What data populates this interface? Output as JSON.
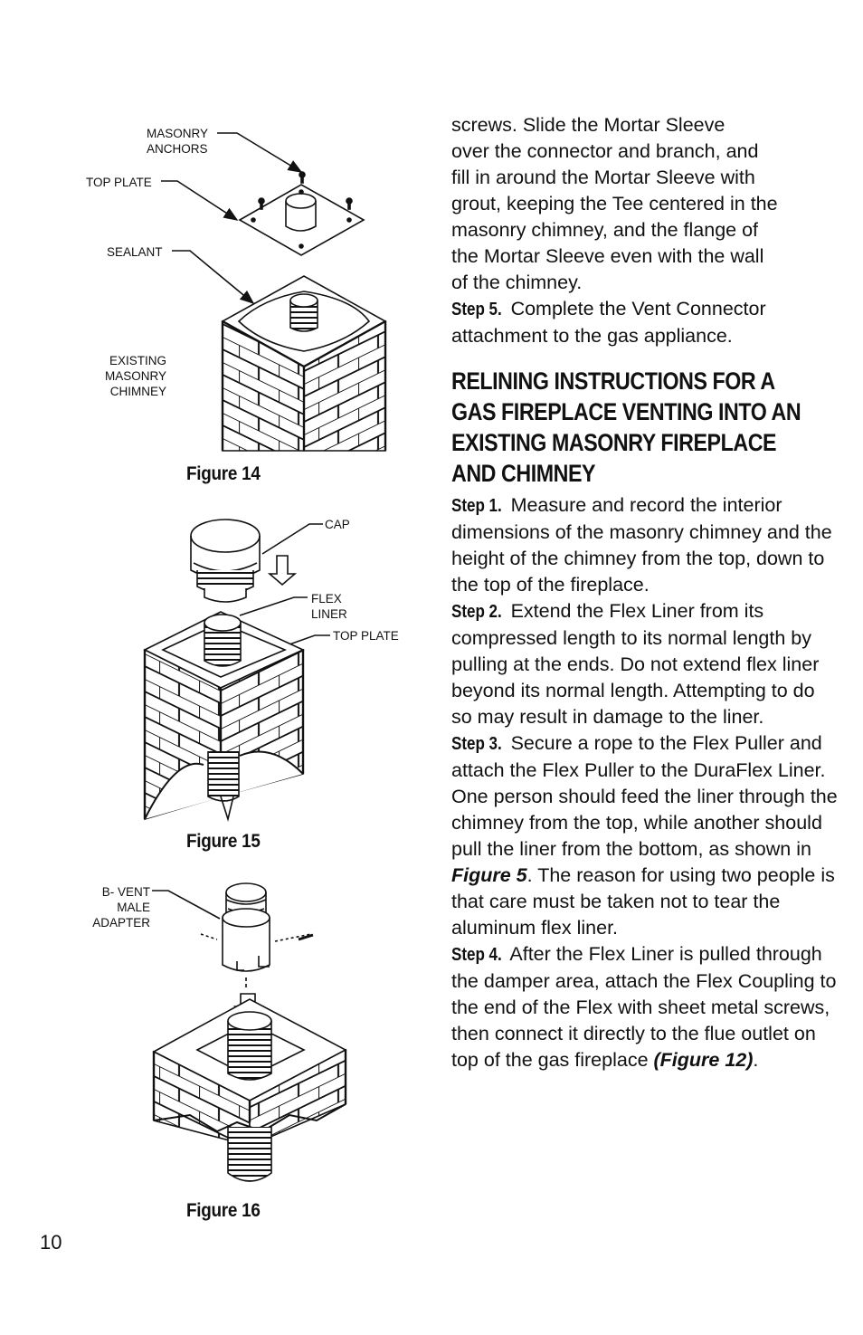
{
  "figures": {
    "fig14": {
      "caption": "Figure 14",
      "labels": {
        "masonry_anchors": [
          "MASONRY",
          "ANCHORS"
        ],
        "top_plate": "TOP PLATE",
        "sealant": "SEALANT",
        "existing_chimney": [
          "EXISTING",
          "MASONRY",
          "CHIMNEY"
        ]
      }
    },
    "fig15": {
      "caption": "Figure 15",
      "labels": {
        "cap": "CAP",
        "flex_liner": [
          "FLEX",
          "LINER"
        ],
        "top_plate": "TOP PLATE"
      }
    },
    "fig16": {
      "caption": "Figure 16",
      "labels": {
        "bvent_adapter": [
          "B- VENT",
          "MALE",
          "ADAPTER"
        ]
      }
    }
  },
  "text": {
    "intro": [
      "screws.  Slide the Mortar Sleeve",
      "over the connector and branch, and",
      "fill in around the Mortar Sleeve with",
      "grout, keeping the Tee centered in the",
      "masonry chimney, and the flange of",
      "the Mortar Sleeve even with the wall",
      "of the chimney."
    ],
    "step5_label": "Step 5.",
    "step5_text": "Complete the Vent Connector attachment to the gas appliance.",
    "heading": "RELINING INSTRUCTIONS FOR A GAS FIREPLACE VENTING INTO AN EXISTING MASONRY FIREPLACE AND CHIMNEY",
    "step1_label": "Step 1.",
    "step1_text": "Measure and record the interior dimensions of the masonry chimney and the height of the chimney from the top, down to the top of the fireplace.",
    "step2_label": "Step 2.",
    "step2_text": "Extend the Flex Liner from its compressed length to its normal length by pulling at the ends.  Do not extend flex liner beyond its normal length. Attempting to do so may result in damage to the liner.",
    "step3_label": "Step 3.",
    "step3_text_a": "Secure a rope to the Flex Puller and attach the Flex Puller to the DuraFlex Liner.  One person should feed the liner through the chimney from the top, while another should pull the liner from the bottom, as shown in",
    "step3_ref": "Figure 5",
    "step3_text_b": ". The reason for using two people is that care must be taken not to tear the aluminum flex liner.",
    "step4_label": "Step 4.",
    "step4_text": "After the Flex Liner is pulled through the damper area, attach the Flex Coupling to the end of the Flex with sheet metal screws, then connect it directly to the flue outlet on top of the gas fireplace",
    "step4_ref": "(Figure 12)",
    "step4_end": "."
  },
  "page_number": "10"
}
